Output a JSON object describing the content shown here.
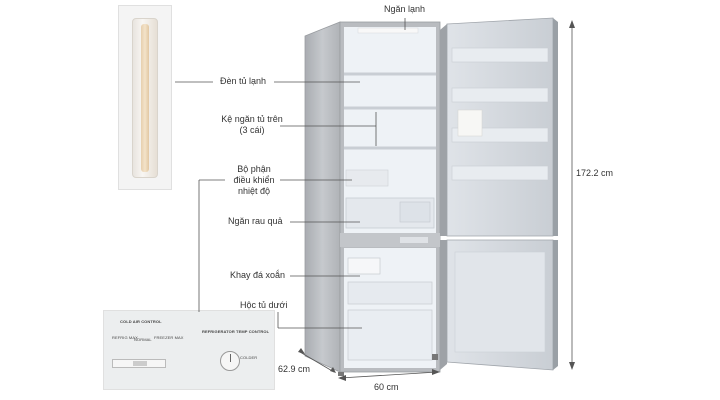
{
  "labels": {
    "top_fridge": "Ngăn lạnh",
    "lamp": "Đèn tủ lạnh",
    "shelves_line1": "Kệ ngăn tủ trên",
    "shelves_line2": "(3 cái)",
    "control_line1": "Bộ phận",
    "control_line2": "điều khiển",
    "control_line3": "nhiệt độ",
    "vegetable": "Ngăn rau quả",
    "ice_tray": "Khay đá xoắn",
    "freezer": "Hộc tủ dưới"
  },
  "dimensions": {
    "height": "172.2 cm",
    "width": "60 cm",
    "depth": "62.9 cm"
  },
  "control_panel": {
    "cold_air_title": "COLD AIR CONTROL",
    "refrig_max": "REFRIG MAX",
    "normal": "NORMAL",
    "freezer_max": "FREEZER MAX",
    "temp_title": "REFRIGERATOR TEMP CONTROL",
    "colder": "COLDER"
  },
  "colors": {
    "fridge_body": "#b9bcc0",
    "interior": "#eef2f6",
    "line": "#555555"
  }
}
